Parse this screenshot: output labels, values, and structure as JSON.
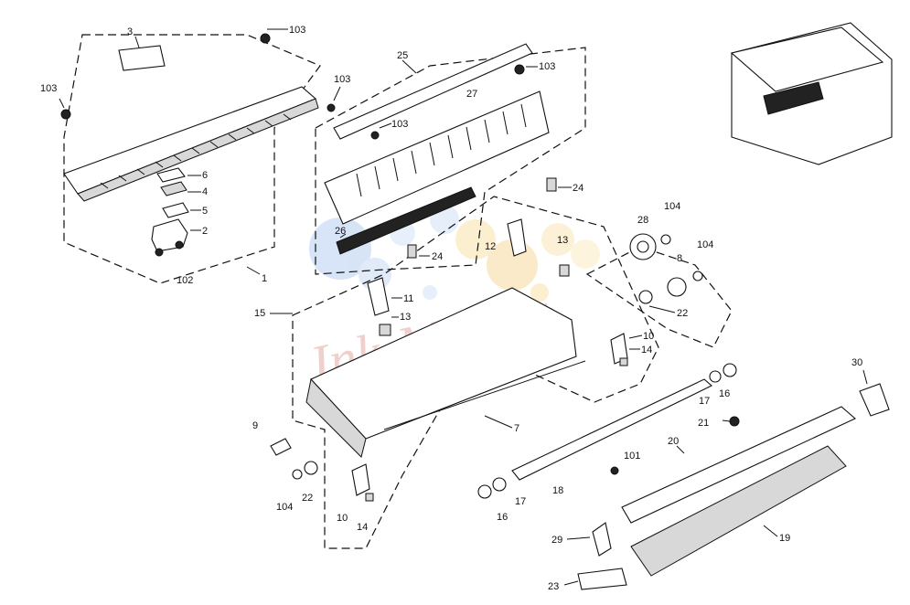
{
  "diagram": {
    "watermark": "Ink-Market",
    "labels": [
      "3",
      "103",
      "103",
      "6",
      "4",
      "5",
      "2",
      "102",
      "1",
      "25",
      "103",
      "27",
      "103",
      "103",
      "24",
      "26",
      "24",
      "12",
      "13",
      "28",
      "104",
      "104",
      "8",
      "22",
      "15",
      "11",
      "13",
      "10",
      "14",
      "7",
      "16",
      "17",
      "30",
      "9",
      "21",
      "20",
      "104",
      "22",
      "10",
      "14",
      "16",
      "17",
      "18",
      "101",
      "19",
      "29",
      "23"
    ]
  }
}
